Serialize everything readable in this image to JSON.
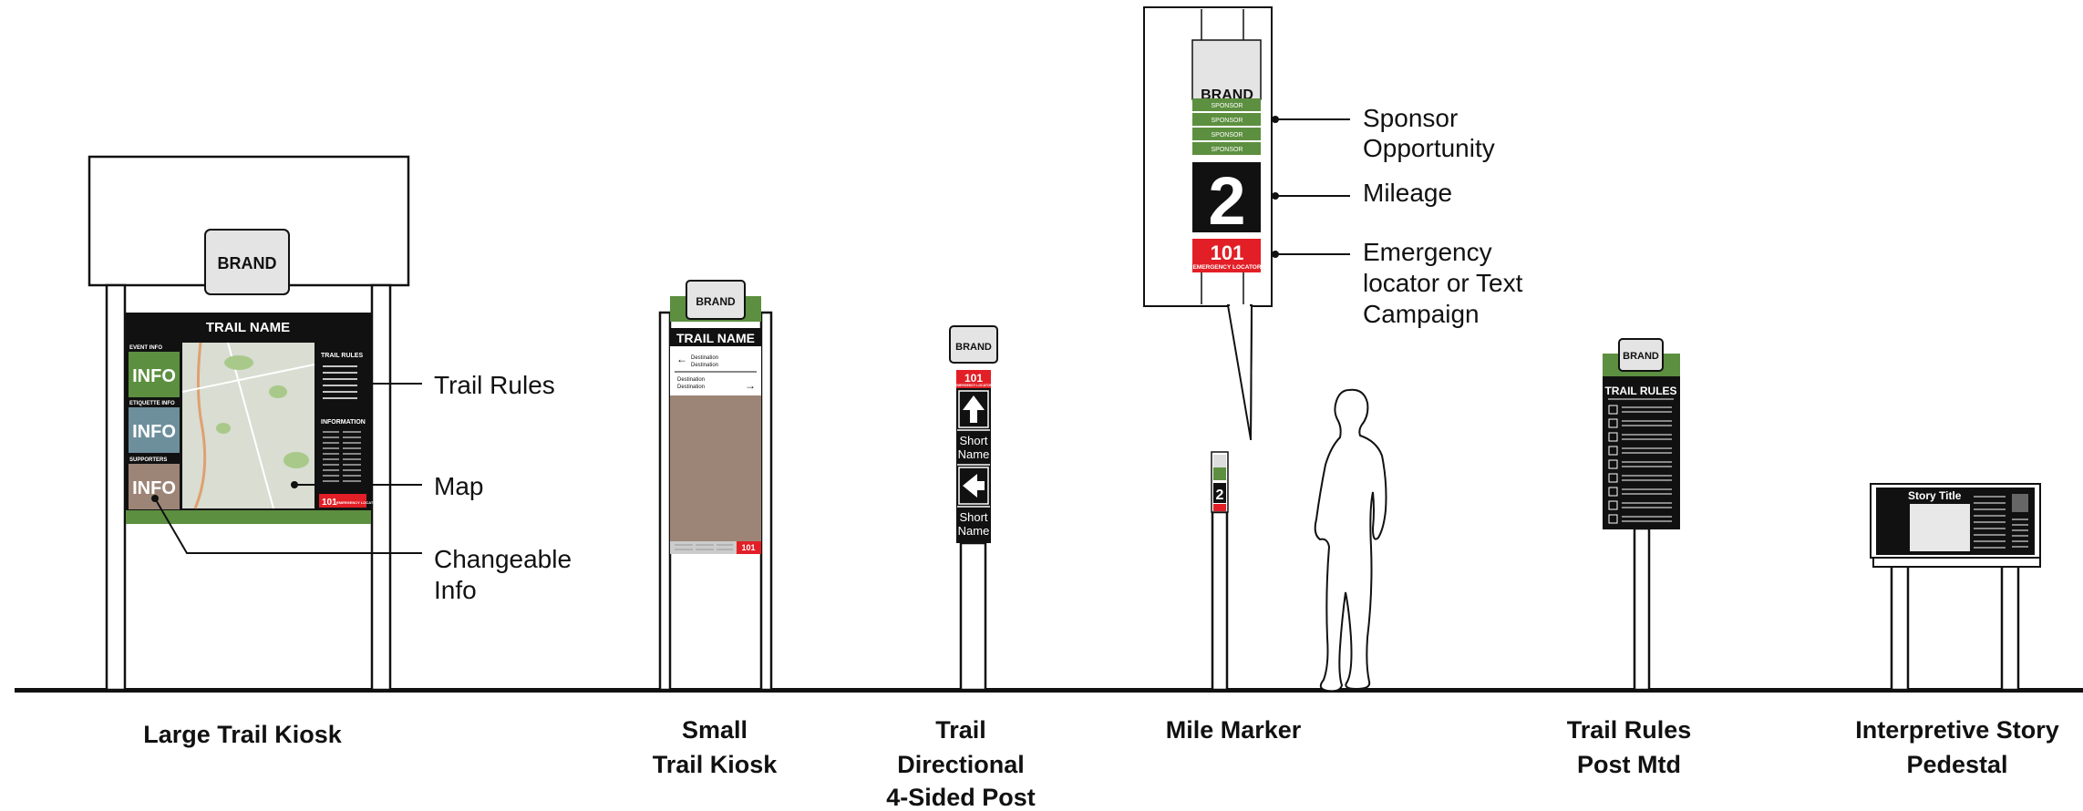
{
  "colors": {
    "green": "#5c8f3f",
    "red": "#e21f26",
    "black": "#111111",
    "blue_grey": "#6d8f9c",
    "taupe": "#9c8577",
    "brand_grey": "#e4e4e4",
    "map_bg": "#d9ddd2"
  },
  "signs": {
    "large_kiosk": {
      "caption": "Large Trail Kiosk",
      "brand": "BRAND",
      "trail_name": "TRAIL NAME",
      "panels": [
        {
          "header": "EVENT INFO",
          "label": "INFO"
        },
        {
          "header": "ETIQUETTE INFO",
          "label": "INFO"
        },
        {
          "header": "SUPPORTERS",
          "label": "INFO"
        }
      ],
      "rules_title": "TRAIL RULES",
      "information_title": "INFORMATION",
      "emergency_number": "101",
      "emergency_label": "EMERGENCY LOCATOR"
    },
    "small_kiosk": {
      "caption_line1": "Small",
      "caption_line2": "Trail Kiosk",
      "brand": "BRAND",
      "trail_name": "TRAIL NAME",
      "dest1": "Destination",
      "dest2": "Destination",
      "dest3": "Destination",
      "dest4": "Destination",
      "emergency_number": "101"
    },
    "directional_post": {
      "caption_line1": "Trail",
      "caption_line2": "Directional",
      "caption_line3": "4-Sided Post",
      "brand": "BRAND",
      "emergency_number": "101",
      "emergency_label": "EMERGENCY LOCATOR",
      "short_name_1a": "Short",
      "short_name_1b": "Name",
      "short_name_2a": "Short",
      "short_name_2b": "Name"
    },
    "mile_marker": {
      "caption": "Mile Marker",
      "brand": "BRAND",
      "sponsors": [
        "SPONSOR",
        "SPONSOR",
        "SPONSOR",
        "SPONSOR"
      ],
      "mileage": "2",
      "emergency_number": "101",
      "emergency_label": "EMERGENCY LOCATOR",
      "small_mileage": "2"
    },
    "trail_rules_post": {
      "caption_line1": "Trail Rules",
      "caption_line2": "Post Mtd",
      "brand": "BRAND",
      "rules_title": "TRAIL RULES"
    },
    "story_pedestal": {
      "caption_line1": "Interpretive Story",
      "caption_line2": "Pedestal",
      "story_title": "Story Title"
    }
  },
  "callouts": {
    "trail_rules": "Trail Rules",
    "map": "Map",
    "changeable_1": "Changeable",
    "changeable_2": "Info",
    "sponsor_1": "Sponsor",
    "sponsor_2": "Opportunity",
    "mileage": "Mileage",
    "emergency_1": "Emergency",
    "emergency_2": "locator or Text",
    "emergency_3": "Campaign"
  }
}
